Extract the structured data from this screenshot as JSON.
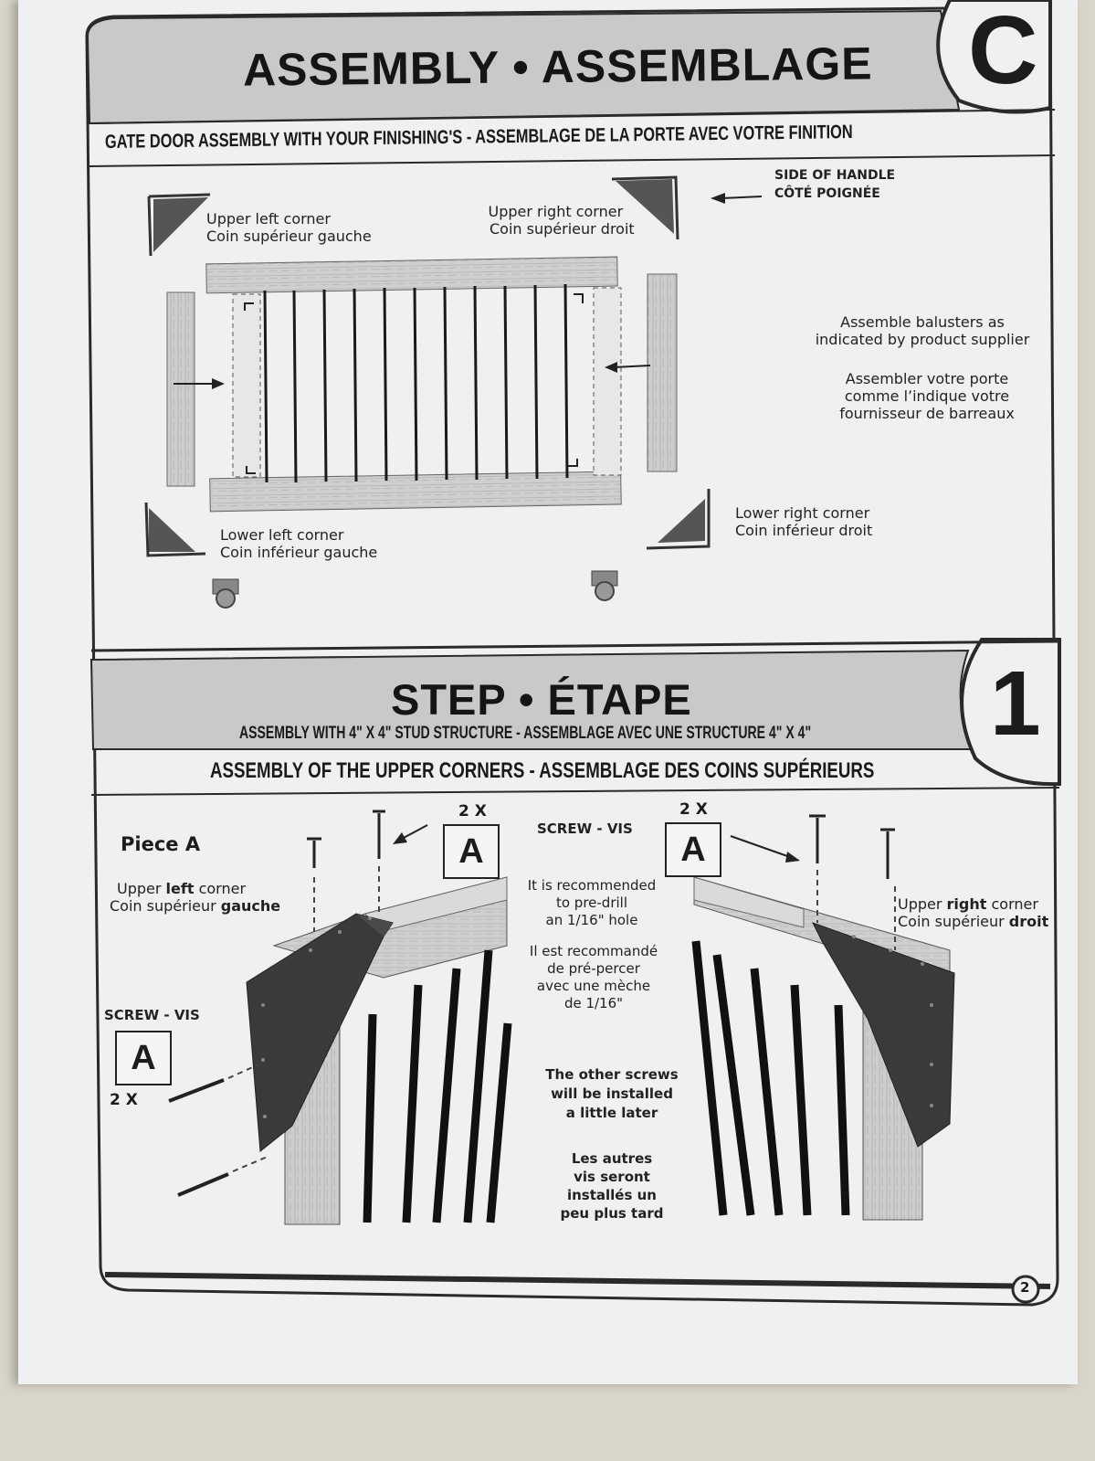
{
  "header": {
    "title": "ASSEMBLY • ASSEMBLAGE",
    "letter": "C",
    "subtitle": "GATE DOOR ASSEMBLY WITH YOUR FINISHING'S - ASSEMBLAGE DE LA PORTE AVEC VOTRE FINITION"
  },
  "gate_diagram": {
    "upper_left": [
      "Upper left corner",
      "Coin supérieur gauche"
    ],
    "upper_right": [
      "Upper right corner",
      "Coin supérieur droit"
    ],
    "handle_side": [
      "SIDE OF HANDLE",
      "CÔTÉ POIGNÉE"
    ],
    "balusters_en": [
      "Assemble balusters as",
      "indicated by product supplier"
    ],
    "balusters_fr": [
      "Assembler votre porte",
      "comme l’indique votre",
      "fournisseur de barreaux"
    ],
    "lower_right": [
      "Lower right corner",
      "Coin inférieur droit"
    ],
    "lower_left": [
      "Lower left corner",
      "Coin inférieur gauche"
    ]
  },
  "step": {
    "title": "STEP • ÉTAPE",
    "number": "1",
    "subtitle": "ASSEMBLY WITH 4\" X 4\" STUD STRUCTURE - ASSEMBLAGE AVEC UNE STRUCTURE 4\" X 4\"",
    "section": "ASSEMBLY OF THE UPPER CORNERS - ASSEMBLAGE DES COINS SUPÉRIEURS"
  },
  "detail": {
    "piece": "Piece A",
    "left_label_1": {
      "pre": "Upper ",
      "bold": "left",
      "post": " corner"
    },
    "left_label_2": {
      "pre": "Coin supérieur ",
      "bold": "gauche",
      "post": ""
    },
    "right_label_1": {
      "pre": "Upper ",
      "bold": "right",
      "post": " corner"
    },
    "right_label_2": {
      "pre": "Coin supérieur ",
      "bold": "droit",
      "post": ""
    },
    "screw_label": "SCREW - VIS",
    "screw_label_center": "SCREW - VIS",
    "box_letter": "A",
    "qty": "2 X",
    "qty_left": "2 X",
    "predrill_en": [
      "It is recommended",
      "to pre-drill",
      "an 1/16\" hole"
    ],
    "predrill_fr": [
      "Il est recommandé",
      "de pré-percer",
      "avec une mèche",
      "de 1/16\""
    ],
    "later_en": [
      "The other screws",
      "will be installed",
      "a little later"
    ],
    "later_fr": [
      "Les autres",
      "vis seront",
      "installés un",
      "peu plus tard"
    ]
  },
  "page_number": "2"
}
